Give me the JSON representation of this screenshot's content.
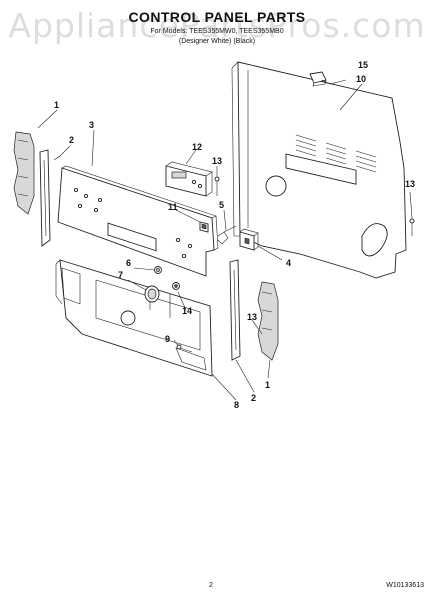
{
  "header": {
    "watermark": "AppliancePartsPros.com",
    "title": "CONTROL PANEL PARTS",
    "models": "For Models: TEES355MW0, TEES355MB0",
    "variants": "(Designer White)  (Black)"
  },
  "callouts": [
    "1",
    "2",
    "3",
    "4",
    "5",
    "6",
    "7",
    "8",
    "9",
    "10",
    "11",
    "12",
    "13",
    "13",
    "13",
    "14",
    "15",
    "1",
    "2"
  ],
  "footer": {
    "page_number": "2",
    "doc_number": "W10133613"
  }
}
